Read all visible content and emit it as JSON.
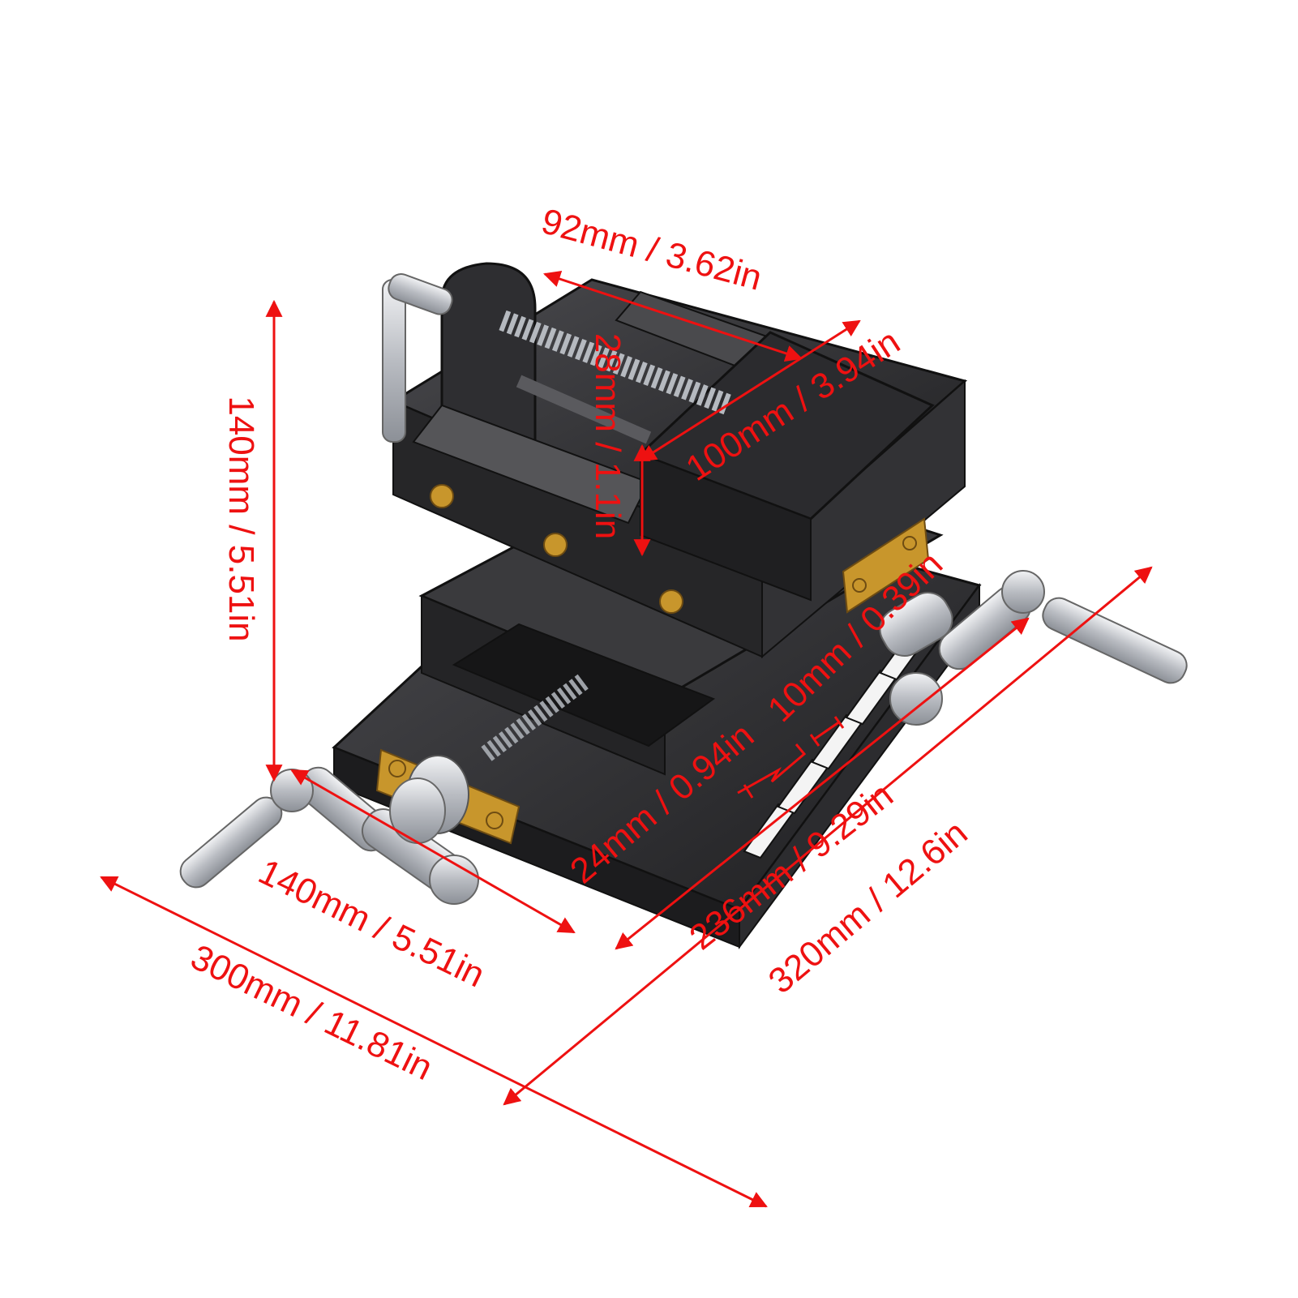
{
  "accent_color": "#ee1111",
  "body_color": "#2a2a2c",
  "metal_color": "#c8cbd0",
  "brass_color": "#c8962c",
  "labels": {
    "jaw_width": "92mm / 3.62in",
    "jaw_opening": "100mm / 3.94in",
    "jaw_depth": "28mm / 1.1in",
    "total_height": "140mm / 5.51in",
    "base_width": "140mm / 5.51in",
    "total_length": "300mm / 11.81in",
    "base_length": "236mm / 9.29in",
    "max_length": "320mm / 12.6in",
    "slot_pitch": "24mm / 0.94in",
    "slot_width": "10mm / 0.39in"
  }
}
